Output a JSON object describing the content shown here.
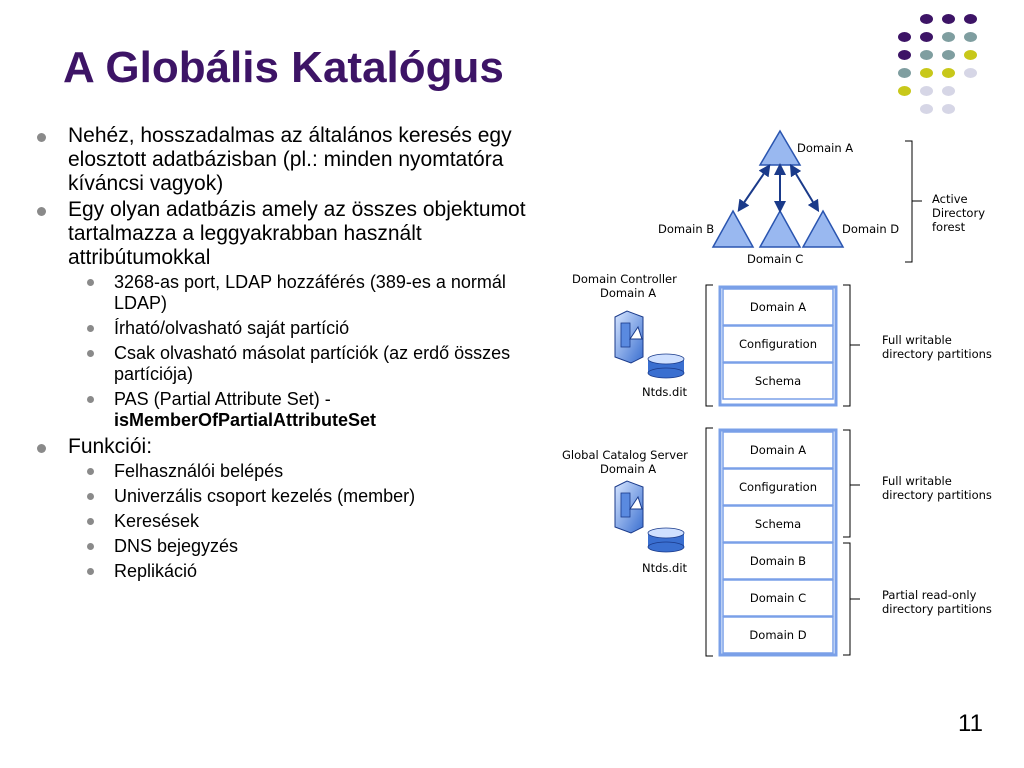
{
  "slide": {
    "title": "A Globális Katalógus",
    "page_number": "11"
  },
  "bullets": [
    {
      "text": "Nehéz, hosszadalmas az általános keresés egy elosztott adatbázisban (pl.: minden nyomtatóra kíváncsi vagyok)"
    },
    {
      "text": "Egy olyan adatbázis amely az összes objektumot tartalmazza a leggyakrabban használt attribútumokkal",
      "sub": [
        {
          "text": "3268-as port, LDAP hozzáférés (389-es a normál LDAP)"
        },
        {
          "text": "Írható/olvasható saját partíció"
        },
        {
          "text": "Csak olvasható másolat partíciók (az erdő összes partíciója)"
        },
        {
          "text": "PAS (Partial Attribute Set) -",
          "bold": "isMemberOfPartialAttributeSet"
        }
      ]
    },
    {
      "text": "Funkciói:",
      "sub": [
        {
          "text": "Felhasználói belépés"
        },
        {
          "text": "Univerzális csoport kezelés (member)"
        },
        {
          "text": "Keresések"
        },
        {
          "text": "DNS bejegyzés"
        },
        {
          "text": "Replikáció"
        }
      ]
    }
  ],
  "diagram": {
    "forest": {
      "domains": [
        "Domain A",
        "Domain B",
        "Domain C",
        "Domain D"
      ],
      "label": [
        "Active",
        "Directory",
        "forest"
      ]
    },
    "dc": {
      "label": [
        "Domain Controller",
        "Domain A"
      ],
      "file": "Ntds.dit",
      "partitions": [
        "Domain A",
        "Configuration",
        "Schema"
      ],
      "writable_label": [
        "Full writable",
        "directory partitions"
      ]
    },
    "gc": {
      "label": [
        "Global Catalog Server",
        "Domain A"
      ],
      "file": "Ntds.dit",
      "partitions": [
        "Domain A",
        "Configuration",
        "Schema",
        "Domain B",
        "Domain C",
        "Domain D"
      ],
      "writable_label": [
        "Full writable",
        "directory partitions"
      ],
      "readonly_label": [
        "Partial read-only",
        "directory partitions"
      ]
    }
  },
  "colors": {
    "title": "#3d1466",
    "dot_purple": "#3d1466",
    "dot_teal": "#7f9ea0",
    "dot_yellow": "#c8c81a",
    "dot_light": "#d6d6e6",
    "diagram_fill": "#99b8f0",
    "diagram_stroke": "#2a55b0"
  }
}
